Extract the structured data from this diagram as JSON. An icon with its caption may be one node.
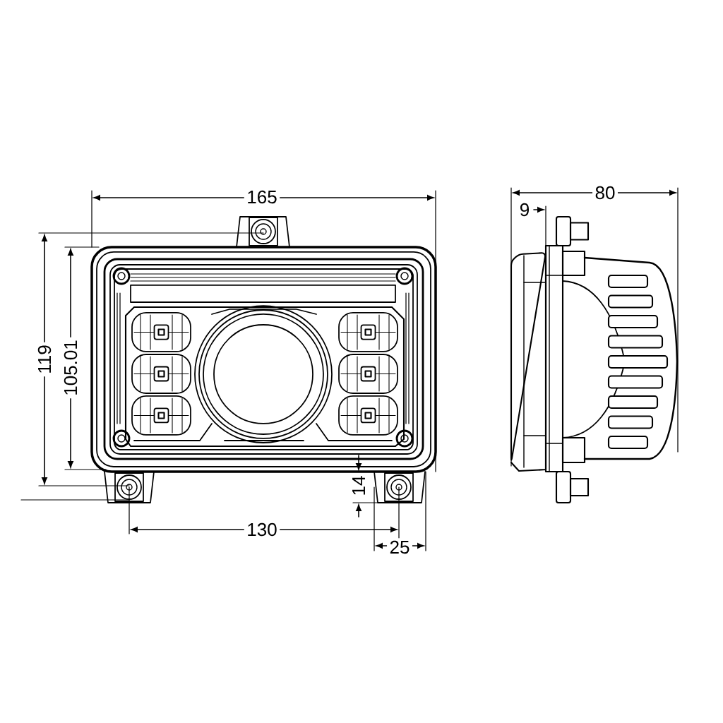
{
  "diagram": {
    "labels": [
      "165",
      "80",
      "9",
      "119",
      "105.01",
      "14",
      "130",
      "25"
    ]
  }
}
